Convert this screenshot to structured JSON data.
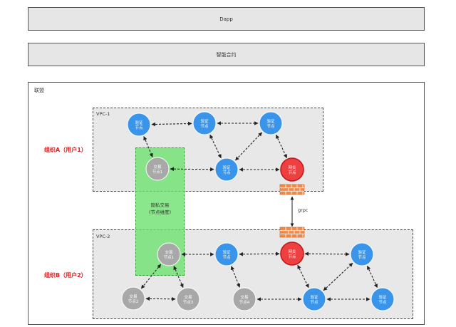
{
  "layers": {
    "dapp": "Dapp",
    "contract": "智能合约",
    "alliance": "联盟"
  },
  "vpcs": {
    "vpc1": "VPC-1",
    "vpc2": "VPC-2"
  },
  "orgs": {
    "a": "组织A（用户1）",
    "b": "组织B（用户2）"
  },
  "privacy": {
    "title": "隐私交易",
    "subtitle": "(节点维度)"
  },
  "link_label": "grpc",
  "node_labels": {
    "verify": [
      "验证",
      "节点"
    ],
    "gateway": [
      "网关",
      "节点"
    ],
    "tx1": [
      "交易",
      "节点1"
    ],
    "tx2": [
      "交易",
      "节点2"
    ],
    "tx3": [
      "交易",
      "节点3"
    ],
    "tx4": [
      "交易",
      "节点4"
    ]
  },
  "colors": {
    "verify": "#3a95ea",
    "gateway": "#ee4040",
    "tx": "#a8a8a8",
    "firewall": "#f08a4b",
    "privacy": "#6ee16e"
  },
  "firewall_icons": [
    "firewall-icon",
    "firewall-icon"
  ]
}
